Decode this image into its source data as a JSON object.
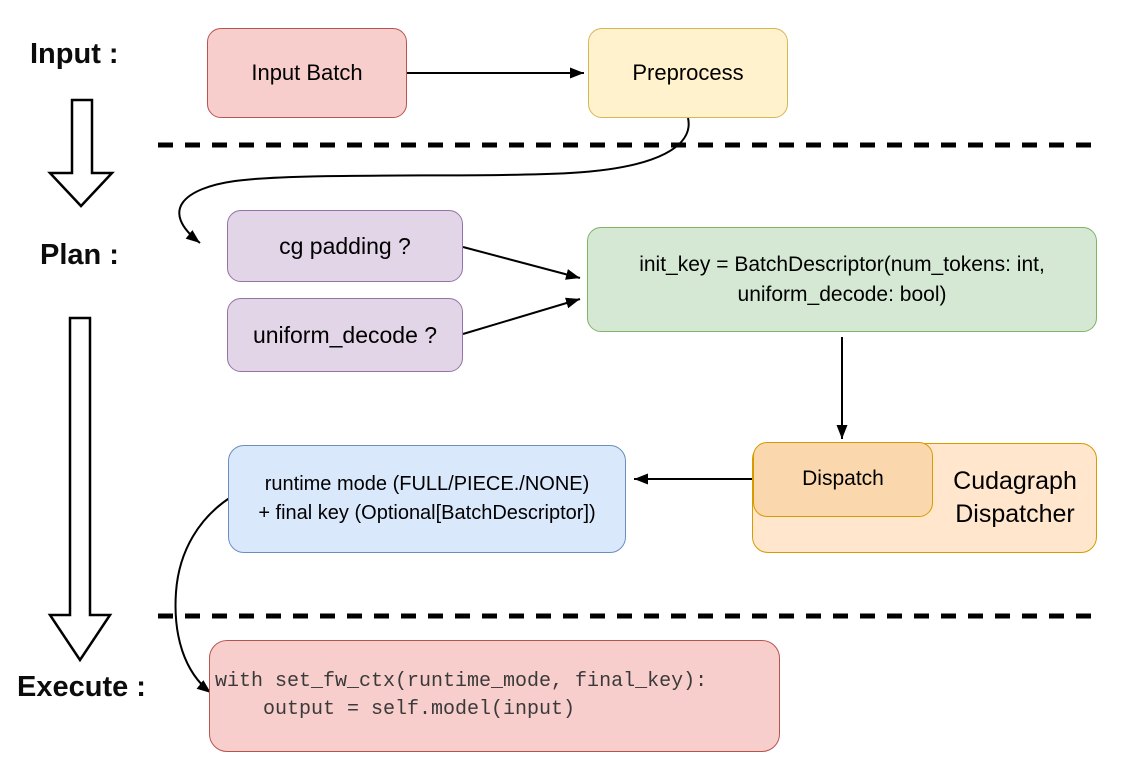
{
  "diagram": {
    "title_hint": "Cudagraph dispatch flow (Input / Plan / Execute)",
    "stages": [
      {
        "label": "Input :"
      },
      {
        "label": "Plan :"
      },
      {
        "label": "Execute :"
      }
    ],
    "nodes": {
      "input_batch": {
        "label": "Input Batch"
      },
      "preprocess": {
        "label": "Preprocess"
      },
      "cg_padding": {
        "label": "cg padding ?"
      },
      "uniform_decode": {
        "label": "uniform_decode ?"
      },
      "init_key": {
        "line1": "init_key = BatchDescriptor(num_tokens: int,",
        "line2": "uniform_decode: bool)"
      },
      "dispatch": {
        "label": "Dispatch"
      },
      "cudagraph_dispatcher": {
        "line1": "Cudagraph",
        "line2": "Dispatcher"
      },
      "runtime_mode": {
        "line1": "runtime mode (FULL/PIECE./NONE)",
        "line2": "+ final key (Optional[BatchDescriptor])"
      },
      "exec_code": {
        "line1": "with set_fw_ctx(runtime_mode, final_key):",
        "line2": "    output = self.model(input)"
      }
    },
    "palette": {
      "red_fill": "#f8cecc",
      "red_stroke": "#b85450",
      "yellow_fill": "#fff2cc",
      "yellow_stroke": "#d6b656",
      "purple_fill": "#e1d5e7",
      "purple_stroke": "#9673a6",
      "green_fill": "#d5e8d4",
      "green_stroke": "#82b366",
      "orange_fill": "#ffe6cc",
      "orange_inner_fill": "#fad7ac",
      "orange_stroke": "#d79b00",
      "blue_fill": "#dae8fc",
      "blue_stroke": "#6c8ebf",
      "connector": "#000000",
      "code_text": "#3a3a3a"
    }
  }
}
